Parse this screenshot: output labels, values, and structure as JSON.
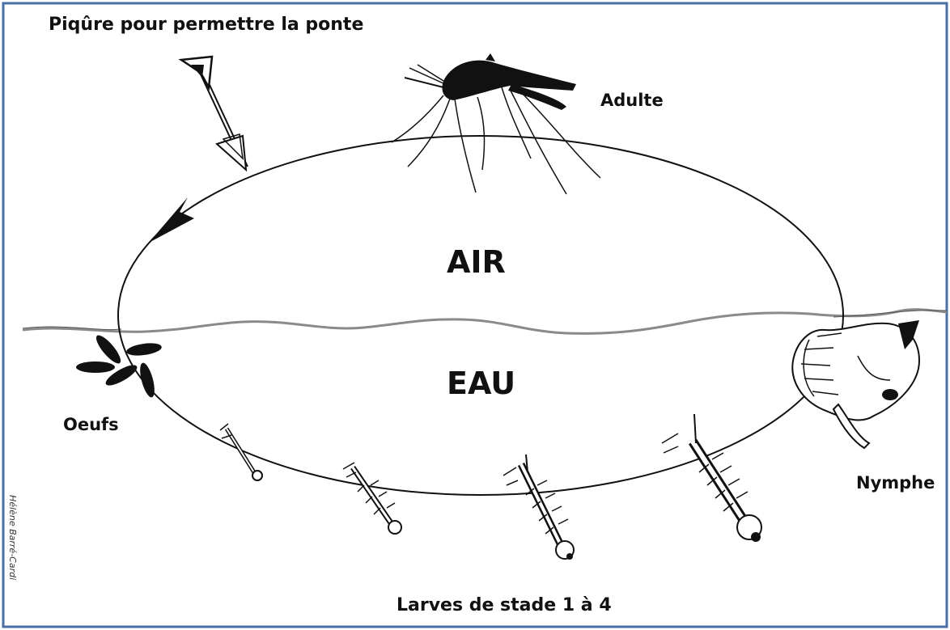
{
  "title": "Piqûre pour permettre la ponte",
  "stages": {
    "adulte": "Adulte",
    "oeufs": "Oeufs",
    "nymphe": "Nymphe",
    "larves": "Larves de stade 1 à 4"
  },
  "zones": {
    "air": "AIR",
    "eau": "EAU"
  },
  "credit": "Hélène Barré-Cardi",
  "colors": {
    "frame": "#4a6fa5",
    "ink": "#111111",
    "water_line": "#8a8a8a"
  },
  "icons": [
    "arrow-icon",
    "mosquito-icon",
    "egg-icon",
    "larva-icon",
    "pupa-icon"
  ]
}
